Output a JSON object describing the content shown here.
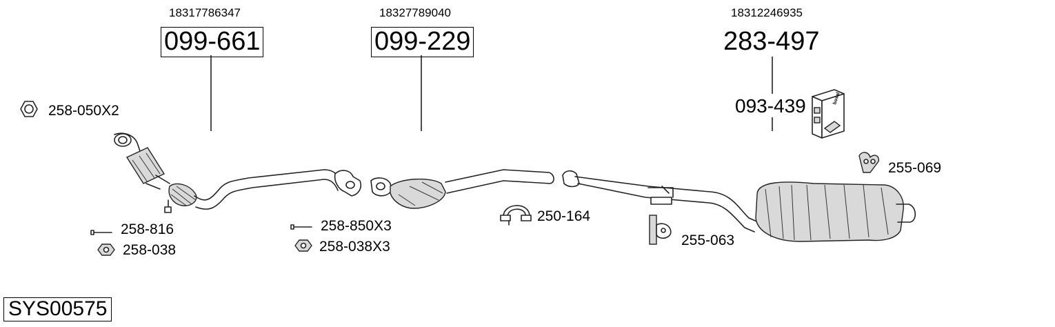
{
  "diagram_id": "SYS00575",
  "oem_numbers": [
    "18317786347",
    "18327789040",
    "18312246935"
  ],
  "main_parts": [
    "099-661",
    "099-229",
    "283-497"
  ],
  "kit_part": "093-439",
  "kit_brand": "bosal",
  "accessories": {
    "nut_a": "258-050X2",
    "bolt_a": "258-816",
    "nut_b": "258-038",
    "bolt_b": "258-850X3",
    "nut_c": "258-038X3",
    "clamp": "250-164",
    "hanger_a": "255-063",
    "hanger_b": "255-069"
  }
}
